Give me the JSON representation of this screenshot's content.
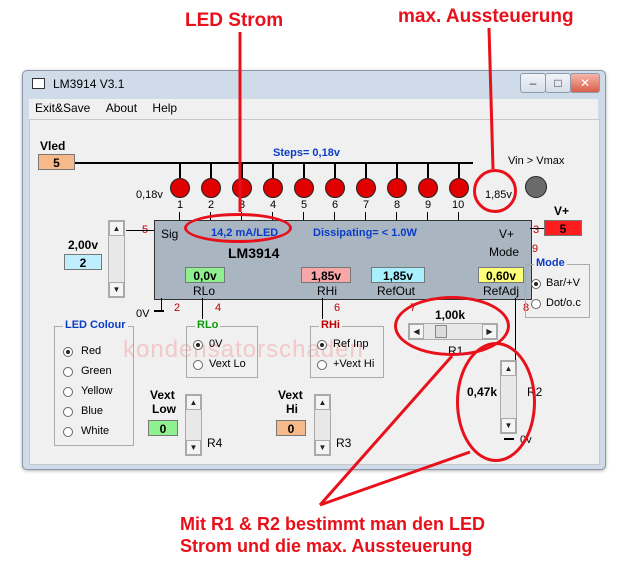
{
  "annotations": {
    "led_strom": "LED Strom",
    "max_aussteuerung": "max. Aussteuerung",
    "bottom_line1": "Mit R1 & R2 bestimmt man den LED",
    "bottom_line2": "Strom und die max. Aussteuerung"
  },
  "window": {
    "title": "LM3914 V3.1",
    "menu": [
      "Exit&Save",
      "About",
      "Help"
    ]
  },
  "vled": {
    "label": "Vled",
    "value": "5"
  },
  "steps": "Steps= 0,18v",
  "ladder": {
    "left_label": "0,18v",
    "right_label": "1,85v",
    "numbers": [
      "1",
      "2",
      "3",
      "4",
      "5",
      "6",
      "7",
      "8",
      "9",
      "10"
    ]
  },
  "vin_vmax": "Vin > Vmax",
  "vplus": {
    "label": "V+",
    "value": "5"
  },
  "chip": {
    "name": "LM3914",
    "sig": "Sig",
    "vplus": "V+",
    "mode": "Mode",
    "current": "14,2 mA/LED",
    "dissipating": "Dissipating= < 1.0W",
    "rlo_label": "RLo",
    "rlo_value": "0,0v",
    "rhi_label": "RHi",
    "rhi_value": "1,85v",
    "refout_label": "RefOut",
    "refout_value": "1,85v",
    "refadj_label": "RefAdj",
    "refadj_value": "0,60v"
  },
  "pins": [
    "5",
    "2",
    "4",
    "6",
    "7",
    "8",
    "3",
    "9"
  ],
  "input": {
    "value_label": "2,00v",
    "value": "2"
  },
  "zero_v": "0V",
  "led_colour": {
    "title": "LED Colour",
    "options": [
      "Red",
      "Green",
      "Yellow",
      "Blue",
      "White"
    ],
    "selected": "Red"
  },
  "rlo_group": {
    "title": "RLo",
    "options": [
      "0V",
      "Vext Lo"
    ],
    "selected": "0V"
  },
  "rhi_group": {
    "title": "RHi",
    "options": [
      "Ref Inp",
      "+Vext Hi"
    ],
    "selected": "Ref Inp"
  },
  "vext_low": {
    "label1": "Vext",
    "label2": "Low",
    "value": "0",
    "r_label": "R4"
  },
  "vext_hi": {
    "label1": "Vext",
    "label2": "Hi",
    "value": "0",
    "r_label": "R3"
  },
  "r1": {
    "value": "1,00k",
    "label": "R1",
    "level": 0.25
  },
  "r2": {
    "value": "0,47k",
    "label": "R2",
    "ground": "0v"
  },
  "mode": {
    "title": "Mode",
    "options": [
      "Bar/+V",
      "Dot/o.c"
    ],
    "selected": "Bar/+V"
  },
  "watermark": "kondensatorschaden",
  "colors": {
    "annotation_red": "#e8101a",
    "led_red": "#e00000",
    "vled_box": "#f7b98a",
    "input_box": "#bfefff",
    "rlo_box": "#8ff08f",
    "rhi_box": "#f7a7a7",
    "refout_box": "#a9f0ff",
    "refadj_box": "#ffff7a",
    "vplus_box": "#ff1c1c",
    "current_blue": "#0b3cc8"
  }
}
